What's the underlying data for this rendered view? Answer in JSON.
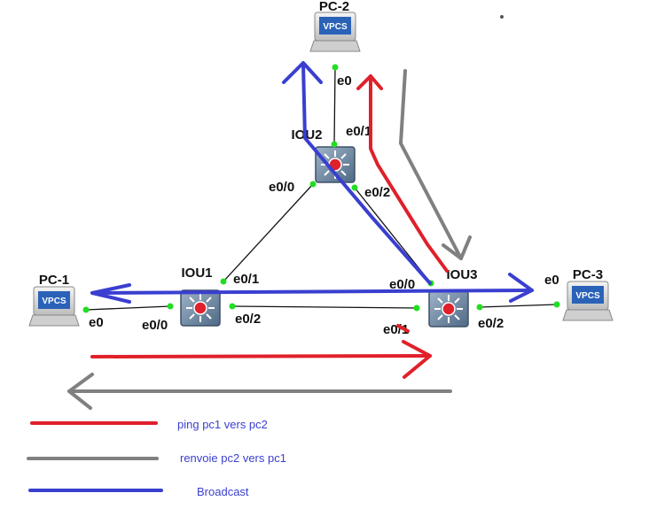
{
  "nodes": {
    "pc1": {
      "name": "PC-1",
      "screen": "VPCS"
    },
    "pc2": {
      "name": "PC-2",
      "screen": "VPCS"
    },
    "pc3": {
      "name": "PC-3",
      "screen": "VPCS"
    },
    "iou1": {
      "name": "IOU1"
    },
    "iou2": {
      "name": "IOU2"
    },
    "iou3": {
      "name": "IOU3"
    }
  },
  "ports": {
    "pc1_e0": "e0",
    "pc2_e0": "e0",
    "pc3_e0": "e0",
    "iou1_e0_0": "e0/0",
    "iou1_e0_1": "e0/1",
    "iou1_e0_2": "e0/2",
    "iou2_e0_0": "e0/0",
    "iou2_e0_1": "e0/1",
    "iou2_e0_2": "e0/2",
    "iou3_e0_0": "e0/0",
    "iou3_e0_1": "e0/1",
    "iou3_e0_2": "e0/2"
  },
  "legend": [
    {
      "label": "ping pc1 vers pc2",
      "color": "#e0202a"
    },
    {
      "label": "renvoie pc2 vers pc1",
      "color": "#808080"
    },
    {
      "label": "Broadcast",
      "color": "#3a3fd0"
    }
  ],
  "colors": {
    "red": "#e0202a",
    "gray": "#808080",
    "blue": "#3a3fd0",
    "link_dot": "#22dd22",
    "legend_text": "#3a3fd0"
  }
}
